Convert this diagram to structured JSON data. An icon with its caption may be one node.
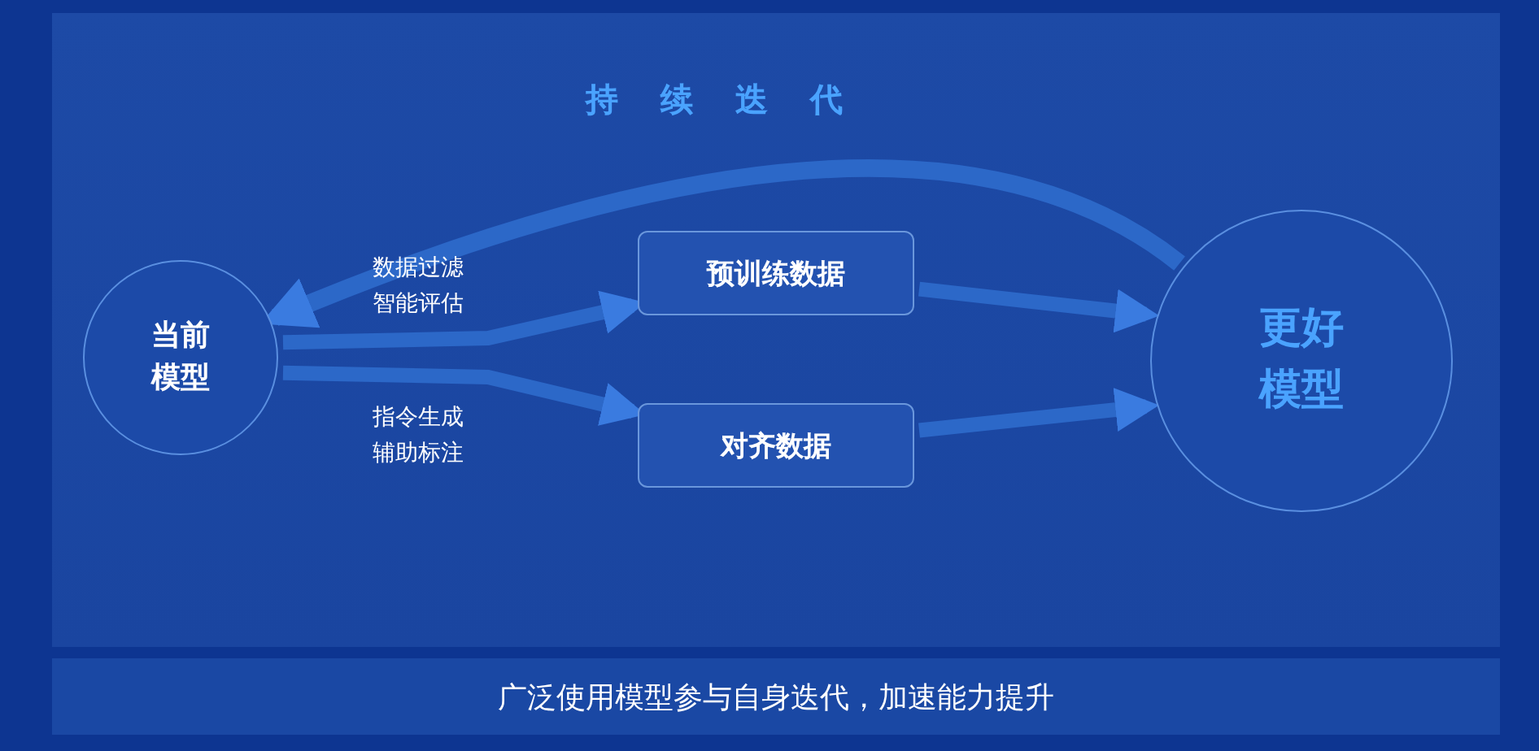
{
  "diagram": {
    "caption": "广泛使用模型参与自身迭代，加速能力提升",
    "nodes": [
      {
        "text": [
          "当前模型"
        ]
      },
      {
        "text": [
          "预训练数据"
        ]
      },
      {
        "text": [
          "对齐数据"
        ]
      },
      {
        "text": [
          "更好模型"
        ]
      }
    ],
    "edges": [
      {
        "from": 0,
        "to": 1,
        "arrow": "to",
        "label": "数据过滤智能评估"
      },
      {
        "from": 0,
        "to": 2,
        "arrow": "to",
        "label": "指令生成辅助标注"
      },
      {
        "from": 1,
        "to": 3,
        "arrow": "to"
      },
      {
        "from": 2,
        "to": 3,
        "arrow": "to"
      },
      {
        "from": 3,
        "to": 0,
        "arrow": "to",
        "label": "持续迭代"
      }
    ]
  }
}
